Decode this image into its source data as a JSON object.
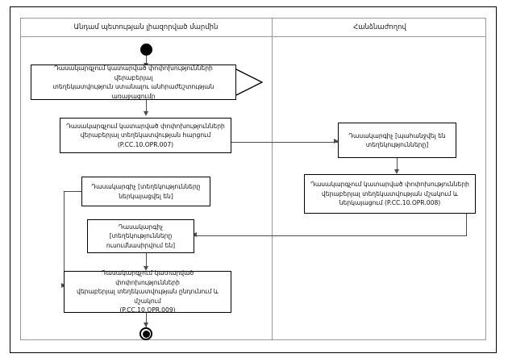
{
  "diagram": {
    "type": "uml-activity-diagram",
    "lanes": [
      {
        "id": "lane-left",
        "title": "Անդամ պետության լիազորված մարմին"
      },
      {
        "id": "lane-right",
        "title": "Հանձնաժողով"
      }
    ],
    "nodes": [
      {
        "id": "start",
        "kind": "initial-node",
        "lane": "lane-left",
        "label": ""
      },
      {
        "id": "activity-1",
        "kind": "activity",
        "lane": "lane-left",
        "line1": "Դասակարգչում կատարված փոփոխությունների վերաբերյալ",
        "line2": "տեղեկատվություն ստանալու անհրաժեշտության առաջացումը",
        "line3": "",
        "code": ""
      },
      {
        "id": "activity-2",
        "kind": "activity",
        "lane": "lane-left",
        "line1": "Դասակարգչում կատարված փոփոխությունների",
        "line2": "վերաբերյալ տեղեկատվության հարցում",
        "line3": "",
        "code": "(P.CC.10.OPR.007)"
      },
      {
        "id": "state-1",
        "kind": "object-state",
        "lane": "lane-right",
        "line1": "Դասակարգիչ [պահանջվել են",
        "line2": "տեղեկությունները]",
        "line3": "",
        "code": ""
      },
      {
        "id": "activity-3",
        "kind": "activity",
        "lane": "lane-right",
        "line1": "Դասակարգչում կատարված փոփոխությունների",
        "line2": "վերաբերյալ տեղեկատվության մշակում և",
        "line3": "ներկայացում (P.CC.10.OPR.008)",
        "code": ""
      },
      {
        "id": "state-2",
        "kind": "object-state",
        "lane": "lane-left",
        "line1": "Դասակարգիչ [տեղեկությունները",
        "line2": "ներկայացվել են]",
        "line3": "",
        "code": ""
      },
      {
        "id": "state-3",
        "kind": "object-state",
        "lane": "lane-left",
        "line1": "Դասակարգիչ",
        "line2": "[տեղեկությունները",
        "line3": "ուսումնասիրվում են]",
        "code": ""
      },
      {
        "id": "activity-4",
        "kind": "activity",
        "lane": "lane-left",
        "line1": "Դասակարգչում կատարված փոփոխությունների",
        "line2": "վերաբերյալ տեղեկատվության ընդունում և մշակում",
        "line3": "",
        "code": "(P.CC.10.OPR.009)"
      },
      {
        "id": "end",
        "kind": "final-node",
        "lane": "lane-left",
        "label": ""
      }
    ],
    "edges": [
      {
        "from": "start",
        "to": "activity-1"
      },
      {
        "from": "activity-1",
        "to": "activity-2"
      },
      {
        "from": "activity-2",
        "to": "state-1"
      },
      {
        "from": "state-1",
        "to": "activity-3"
      },
      {
        "from": "activity-3",
        "to": "state-3"
      },
      {
        "from": "state-2",
        "to": "activity-4"
      },
      {
        "from": "state-3",
        "to": "activity-4"
      },
      {
        "from": "activity-4",
        "to": "end"
      }
    ]
  },
  "colors": {
    "stroke": "#000000",
    "lane_stroke": "#999999",
    "connector": "#4d4d4d",
    "background": "#ffffff"
  }
}
